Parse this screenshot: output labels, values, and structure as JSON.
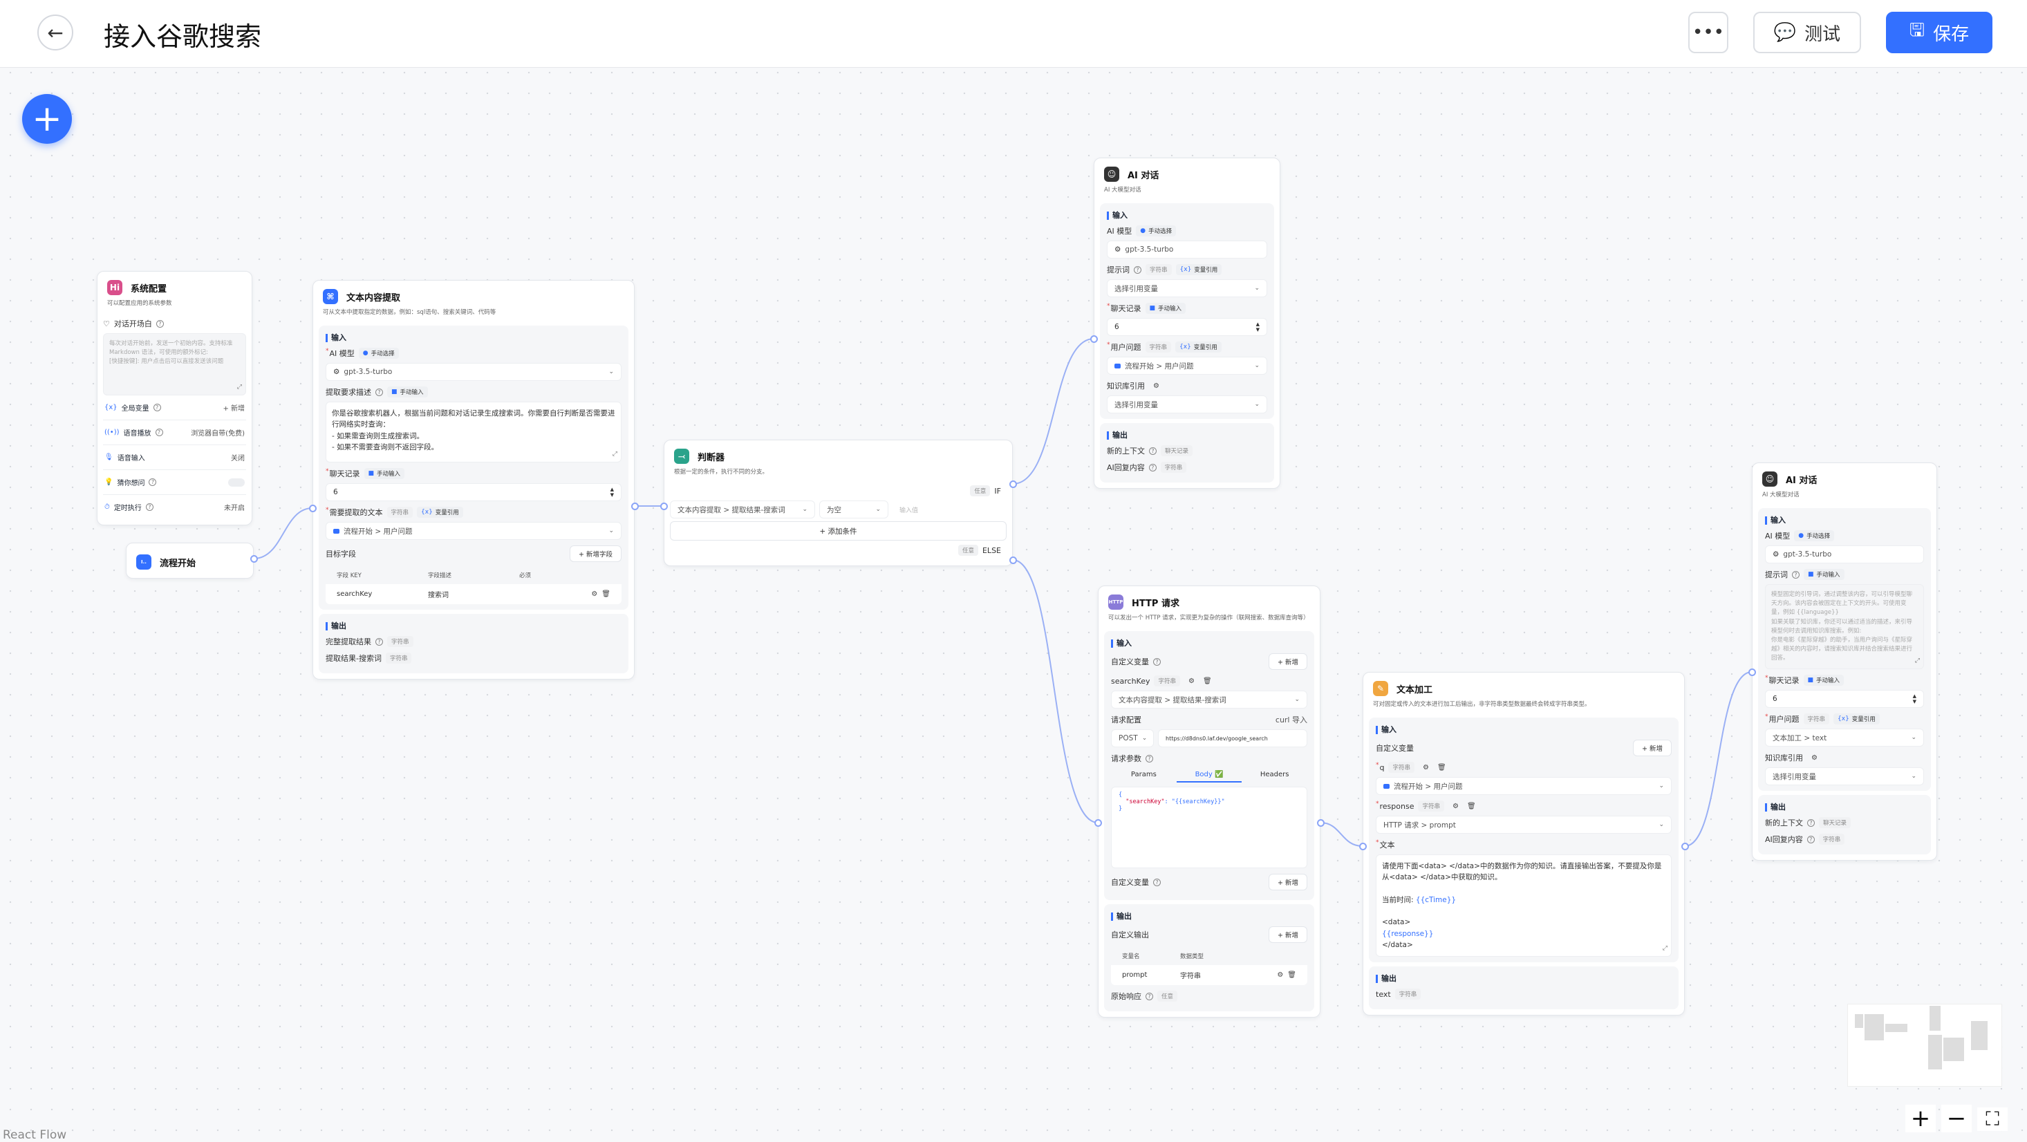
{
  "header": {
    "title": "接入谷歌搜索",
    "more_icon": "more-icon",
    "test_label": "测试",
    "save_label": "保存",
    "accent": "#3370ff"
  },
  "footer": {
    "attribution": "React Flow"
  },
  "zoom_controls": {
    "zoom_in": "+",
    "zoom_out": "−",
    "fit": "⛶"
  },
  "nodes": [
    {
      "id": "sys",
      "title": "系统配置",
      "icon": "Hi",
      "icon_color": "#d94f8b",
      "desc": "可以配置应用的系统参数",
      "rows": [
        {
          "t": "label",
          "text": "对话开场白",
          "help": true,
          "icon": "♡"
        },
        {
          "t": "textarea",
          "ph": true,
          "text": "每次对话开始前，发送一个初始内容。支持标准 Markdown 语法，可使用的额外标记:\n[快捷按键]: 用户点击后可以直接发送该问题",
          "h": 90
        },
        {
          "t": "kv",
          "icon": "{x}",
          "label": "全局变量",
          "help": true,
          "value": "+ 新增"
        },
        {
          "t": "kv",
          "icon": "((•))",
          "label": "语音播放",
          "help": true,
          "value": "浏览器自带(免费)"
        },
        {
          "t": "kv",
          "icon": "🎙",
          "label": "语音输入",
          "value": "关闭"
        },
        {
          "t": "kv",
          "icon": "💡",
          "label": "猜你想问",
          "help": true,
          "toggle": true
        },
        {
          "t": "kv",
          "icon": "⏱",
          "label": "定时执行",
          "help": true,
          "value": "未开启"
        }
      ]
    },
    {
      "id": "start",
      "title": "流程开始",
      "icon": "I..",
      "icon_color": "#3370ff",
      "rows": []
    },
    {
      "id": "extract",
      "title": "文本内容提取",
      "icon": "⌘",
      "icon_color": "#3370ff",
      "desc": "可从文本中提取指定的数据，例如：sql语句、搜索关键词、代码等",
      "rows": [
        {
          "t": "sec",
          "text": "输入"
        },
        {
          "t": "label",
          "text": "AI 模型",
          "req": true,
          "tags": [
            {
              "text": "手动选择",
              "icon": "●"
            }
          ]
        },
        {
          "t": "select",
          "text": "gpt-3.5-turbo",
          "icon": "⚙",
          "caret": true
        },
        {
          "t": "label",
          "text": "提取要求描述",
          "help": true,
          "tags": [
            {
              "text": "手动输入",
              "icon": "■"
            }
          ]
        },
        {
          "t": "textarea",
          "text": "你是谷歌搜索机器人，根据当前问题和对话记录生成搜索词。你需要自行判断是否需要进行网络实时查询：\n- 如果需查询则生成搜索词。\n- 如果不需要查询则不返回字段。",
          "h": 88
        },
        {
          "t": "label",
          "text": "聊天记录",
          "req": true,
          "tags": [
            {
              "text": "手动输入",
              "icon": "■"
            }
          ]
        },
        {
          "t": "number",
          "text": "6"
        },
        {
          "t": "label",
          "text": "需要提取的文本",
          "req": true,
          "tags": [
            {
              "text": "字符串",
              "grey": true
            },
            {
              "text": "变量引用",
              "icon": "{x}"
            }
          ]
        },
        {
          "t": "select",
          "text": "流程开始 > 用户问题",
          "sq": true,
          "caret": true
        },
        {
          "t": "label",
          "text": "目标字段",
          "btn": "+ 新增字段"
        },
        {
          "t": "table",
          "headers": [
            "字段 KEY",
            "字段描述",
            "必须"
          ],
          "rows": [
            [
              "searchKey",
              "搜索词",
              ""
            ]
          ]
        },
        {
          "t": "endsec"
        },
        {
          "t": "sec",
          "text": "输出"
        },
        {
          "t": "label",
          "text": "完整提取结果",
          "help": true,
          "tags": [
            {
              "text": "字符串",
              "grey": true
            }
          ]
        },
        {
          "t": "label",
          "text": "提取结果-搜索词",
          "tags": [
            {
              "text": "字符串",
              "grey": true
            }
          ]
        }
      ]
    },
    {
      "id": "judge",
      "title": "判断器",
      "icon": "⤙",
      "icon_color": "#2aa38b",
      "desc": "根据一定的条件，执行不同的分支。",
      "rows": [
        {
          "t": "branch",
          "tag": "任意",
          "text": "IF"
        },
        {
          "t": "cond",
          "ref": "文本内容提取 > 提取结果-搜索词",
          "op": "为空",
          "ph": "输入值"
        },
        {
          "t": "btnfull",
          "text": "+ 添加条件"
        },
        {
          "t": "branch",
          "tag": "任意",
          "text": "ELSE"
        }
      ]
    },
    {
      "id": "ai1",
      "title": "AI 对话",
      "icon": "☺",
      "icon_color": "#333",
      "desc": "AI 大模型对话",
      "rows": [
        {
          "t": "sec",
          "text": "输入"
        },
        {
          "t": "label",
          "text": "AI 模型",
          "tags": [
            {
              "text": "手动选择",
              "icon": "●"
            }
          ]
        },
        {
          "t": "select",
          "text": "gpt-3.5-turbo",
          "icon": "⚙"
        },
        {
          "t": "label",
          "text": "提示词",
          "help": true,
          "tags": [
            {
              "text": "字符串",
              "grey": true
            },
            {
              "text": "变量引用",
              "icon": "{x}"
            }
          ]
        },
        {
          "t": "select",
          "text": "选择引用变量",
          "caret": true
        },
        {
          "t": "label",
          "text": "聊天记录",
          "req": true,
          "tags": [
            {
              "text": "手动输入",
              "icon": "■"
            }
          ]
        },
        {
          "t": "number",
          "text": "6"
        },
        {
          "t": "label",
          "text": "用户问题",
          "req": true,
          "tags": [
            {
              "text": "字符串",
              "grey": true
            },
            {
              "text": "变量引用",
              "icon": "{x}"
            }
          ]
        },
        {
          "t": "select",
          "text": "流程开始 > 用户问题",
          "sq": true,
          "caret": true
        },
        {
          "t": "label",
          "text": "知识库引用",
          "gear": true
        },
        {
          "t": "select",
          "text": "选择引用变量",
          "caret": true
        },
        {
          "t": "endsec"
        },
        {
          "t": "sec",
          "text": "输出"
        },
        {
          "t": "label",
          "text": "新的上下文",
          "help": true,
          "tags": [
            {
              "text": "聊天记录",
              "grey": true
            }
          ]
        },
        {
          "t": "label",
          "text": "AI回复内容",
          "help": true,
          "tags": [
            {
              "text": "字符串",
              "grey": true
            }
          ]
        }
      ]
    },
    {
      "id": "http",
      "title": "HTTP 请求",
      "icon": "HTTP",
      "icon_color": "#8a7bd8",
      "desc": "可以发出一个 HTTP 请求，实现更为复杂的操作（联网搜索、数据库查询等）",
      "rows": [
        {
          "t": "sec",
          "text": "输入"
        },
        {
          "t": "label",
          "text": "自定义变量",
          "help": true,
          "btn": "+ 新增"
        },
        {
          "t": "label",
          "text": "searchKey",
          "tags": [
            {
              "text": "字符串",
              "grey": true
            }
          ],
          "icons": true
        },
        {
          "t": "select",
          "text": "文本内容提取 > 提取结果-搜索词",
          "caret": true
        },
        {
          "t": "label",
          "text": "请求配置",
          "right": "curl 导入"
        },
        {
          "t": "method",
          "method": "POST",
          "url": "https://d8dns0.laf.dev/google_search"
        },
        {
          "t": "label",
          "text": "请求参数",
          "help": true
        },
        {
          "t": "tabs",
          "items": [
            "Params",
            "Body ✅",
            "Headers"
          ],
          "active": 1
        },
        {
          "t": "code",
          "key": "\"searchKey\"",
          "val": "\"{{searchKey}}\""
        },
        {
          "t": "label",
          "text": "自定义变量",
          "help": true,
          "btn": "+ 新增"
        },
        {
          "t": "endsec"
        },
        {
          "t": "sec",
          "text": "输出"
        },
        {
          "t": "label",
          "text": "自定义输出",
          "btn": "+ 新增"
        },
        {
          "t": "table",
          "headers": [
            "变量名",
            "数据类型",
            ""
          ],
          "rows": [
            [
              "prompt",
              "字符串",
              ""
            ]
          ]
        },
        {
          "t": "label",
          "text": "原始响应",
          "help": true,
          "tags": [
            {
              "text": "任意",
              "grey": true
            }
          ]
        }
      ]
    },
    {
      "id": "textproc",
      "title": "文本加工",
      "icon": "✎",
      "icon_color": "#f0a640",
      "desc": "可对固定或传入的文本进行加工后输出，非字符串类型数据最终会转成字符串类型。",
      "rows": [
        {
          "t": "sec",
          "text": "输入"
        },
        {
          "t": "label",
          "text": "自定义变量",
          "btn": "+ 新增"
        },
        {
          "t": "label",
          "text": "q",
          "req": true,
          "tags": [
            {
              "text": "字符串",
              "grey": true
            }
          ],
          "icons": true
        },
        {
          "t": "select",
          "text": "流程开始 > 用户问题",
          "sq": true,
          "caret": true
        },
        {
          "t": "label",
          "text": "response",
          "req": true,
          "tags": [
            {
              "text": "字符串",
              "grey": true
            }
          ],
          "icons": true
        },
        {
          "t": "select",
          "text": "HTTP 请求 > prompt",
          "caret": true
        },
        {
          "t": "label",
          "text": "文本",
          "req": true
        },
        {
          "t": "textarea",
          "rich": true,
          "text": "请使用下面<data> </data>中的数据作为你的知识。请直接输出答案，不要提及你是从<data> </data>中获取的知识。\n\n当前时间: {{cTime}}\n\n<data>\n{{response}}\n</data>",
          "h": 148
        },
        {
          "t": "endsec"
        },
        {
          "t": "sec",
          "text": "输出"
        },
        {
          "t": "label",
          "text": "text",
          "tags": [
            {
              "text": "字符串",
              "grey": true
            }
          ]
        }
      ]
    },
    {
      "id": "ai2",
      "title": "AI 对话",
      "icon": "☺",
      "icon_color": "#333",
      "desc": "AI 大模型对话",
      "rows": [
        {
          "t": "sec",
          "text": "输入"
        },
        {
          "t": "label",
          "text": "AI 模型",
          "tags": [
            {
              "text": "手动选择",
              "icon": "●"
            }
          ]
        },
        {
          "t": "select",
          "text": "gpt-3.5-turbo",
          "icon": "⚙"
        },
        {
          "t": "label",
          "text": "提示词",
          "help": true,
          "tags": [
            {
              "text": "手动输入",
              "icon": "■"
            }
          ]
        },
        {
          "t": "textarea",
          "ph": true,
          "text": "模型固定的引导词，通过调整该内容，可以引导模型聊天方向。该内容会被固定在上下文的开头。可使用变量，例如 {{language}}\n如果关联了知识库，你还可以通过适当的描述，来引导模型何时去调用知识库搜索。例如:\n你是电影《星际穿越》的助手，当用户询问与《星际穿越》相关的内容时，请搜索知识库并结合搜索结果进行回答。",
          "h": 100
        },
        {
          "t": "label",
          "text": "聊天记录",
          "req": true,
          "tags": [
            {
              "text": "手动输入",
              "icon": "■"
            }
          ]
        },
        {
          "t": "number",
          "text": "6"
        },
        {
          "t": "label",
          "text": "用户问题",
          "req": true,
          "tags": [
            {
              "text": "字符串",
              "grey": true
            },
            {
              "text": "变量引用",
              "icon": "{x}"
            }
          ]
        },
        {
          "t": "select",
          "text": "文本加工 > text",
          "caret": true
        },
        {
          "t": "label",
          "text": "知识库引用",
          "gear": true
        },
        {
          "t": "select",
          "text": "选择引用变量",
          "caret": true
        },
        {
          "t": "endsec"
        },
        {
          "t": "sec",
          "text": "输出"
        },
        {
          "t": "label",
          "text": "新的上下文",
          "help": true,
          "tags": [
            {
              "text": "聊天记录",
              "grey": true
            }
          ]
        },
        {
          "t": "label",
          "text": "AI回复内容",
          "help": true,
          "tags": [
            {
              "text": "字符串",
              "grey": true
            }
          ]
        }
      ]
    }
  ]
}
